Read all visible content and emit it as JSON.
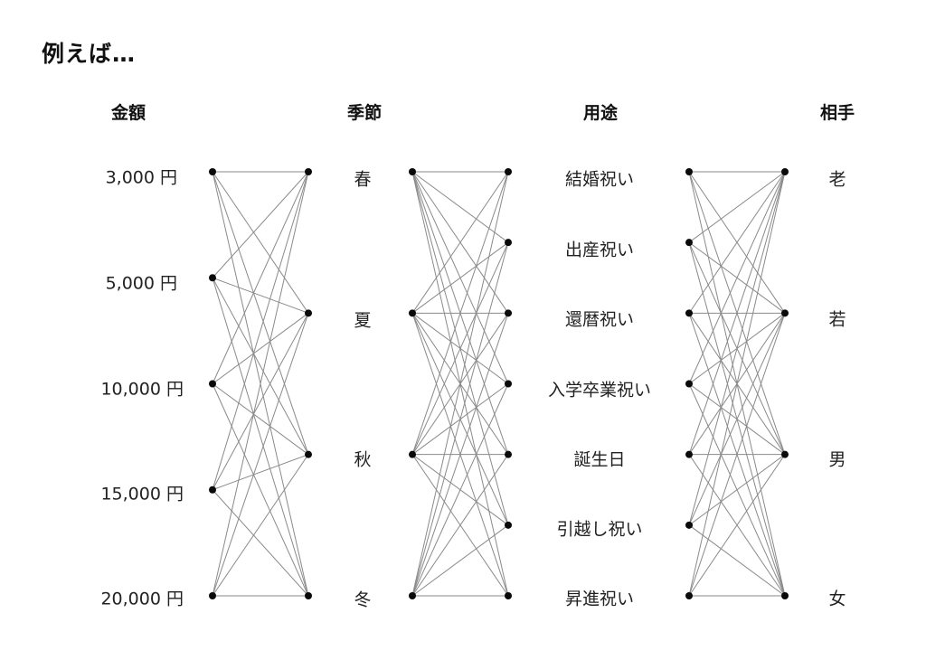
{
  "title": "例えば…",
  "columns": [
    {
      "key": "amount",
      "header": "金額",
      "items": [
        "3,000 円",
        "5,000 円",
        "10,000 円",
        "15,000 円",
        "20,000 円"
      ]
    },
    {
      "key": "season",
      "header": "季節",
      "items": [
        "春",
        "夏",
        "秋",
        "冬"
      ]
    },
    {
      "key": "purpose",
      "header": "用途",
      "items": [
        "結婚祝い",
        "出産祝い",
        "還暦祝い",
        "入学卒業祝い",
        "誕生日",
        "引越し祝い",
        "昇進祝い"
      ]
    },
    {
      "key": "recipient",
      "header": "相手",
      "items": [
        "老",
        "若",
        "男",
        "女"
      ]
    }
  ],
  "connections": [
    {
      "from": "amount",
      "to": "season",
      "pattern": "all-to-all"
    },
    {
      "from": "season",
      "to": "purpose",
      "pattern": "all-to-all"
    },
    {
      "from": "purpose",
      "to": "recipient",
      "pattern": "all-to-all"
    }
  ],
  "colors": {
    "edge": "#8a8a8a",
    "node": "#0a0a0a",
    "text": "#1a1a1a"
  }
}
